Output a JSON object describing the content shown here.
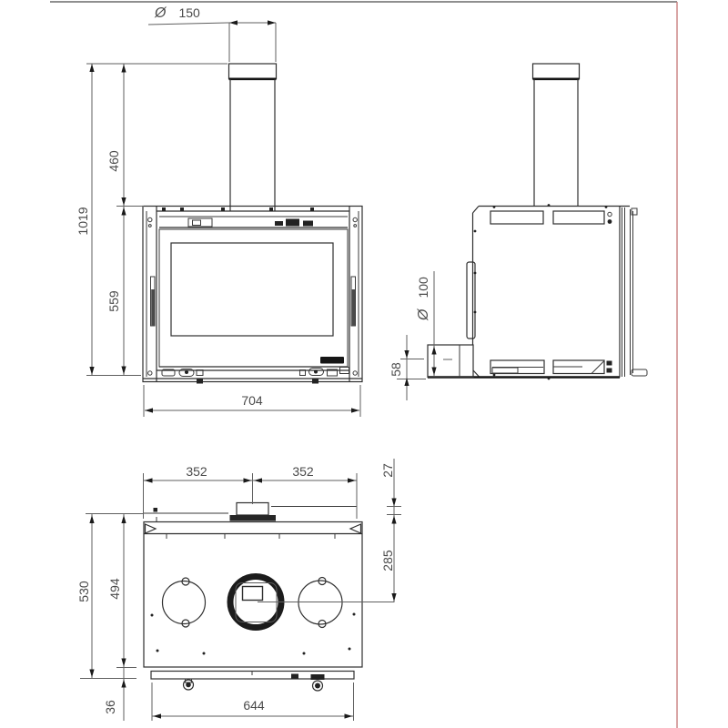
{
  "page": {
    "background": "#ffffff",
    "top_border_color": "#8f8f8f",
    "right_border_color": "#c98080"
  },
  "drawing": {
    "description": "fireplace-insert-three-view-dimensional-drawing",
    "diameter_symbol": "Ø",
    "front_view": {
      "flue_diameter": "150",
      "total_height": "1019",
      "flue_height": "460",
      "body_height": "559",
      "width": "704"
    },
    "side_view": {
      "intake_diameter": "100",
      "intake_axis_height": "58"
    },
    "bottom_view": {
      "flue_center_from_left": "352",
      "flue_center_from_right": "352",
      "flue_back_offset": "27",
      "flue_center_from_back": "285",
      "total_depth": "530",
      "body_depth": "494",
      "front_overhang": "36",
      "body_width": "644"
    }
  }
}
